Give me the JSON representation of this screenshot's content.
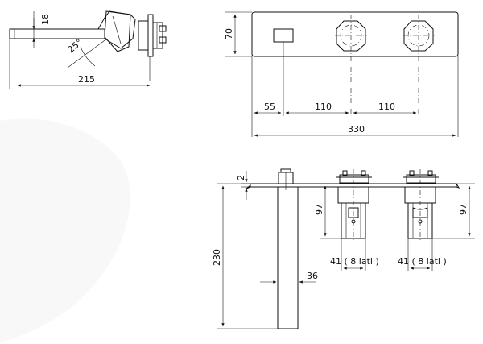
{
  "side_view": {
    "dim_spout_height": "18",
    "dim_total_depth": "215",
    "dim_angle": "25°"
  },
  "front_view": {
    "dim_plate_height": "70",
    "dim_offset_1": "55",
    "dim_offset_2": "110",
    "dim_offset_3": "110",
    "dim_plate_width": "330"
  },
  "section_view": {
    "dim_plate_thickness": "2",
    "dim_spout_length": "230",
    "dim_spout_width": "36",
    "dim_valve_height_left": "97",
    "dim_valve_height_right": "97",
    "label_valve_left": "41 ( 8 lati )",
    "label_valve_right": "41 ( 8 lati )"
  },
  "colors": {
    "line": "#111111",
    "background": "#ffffff"
  }
}
